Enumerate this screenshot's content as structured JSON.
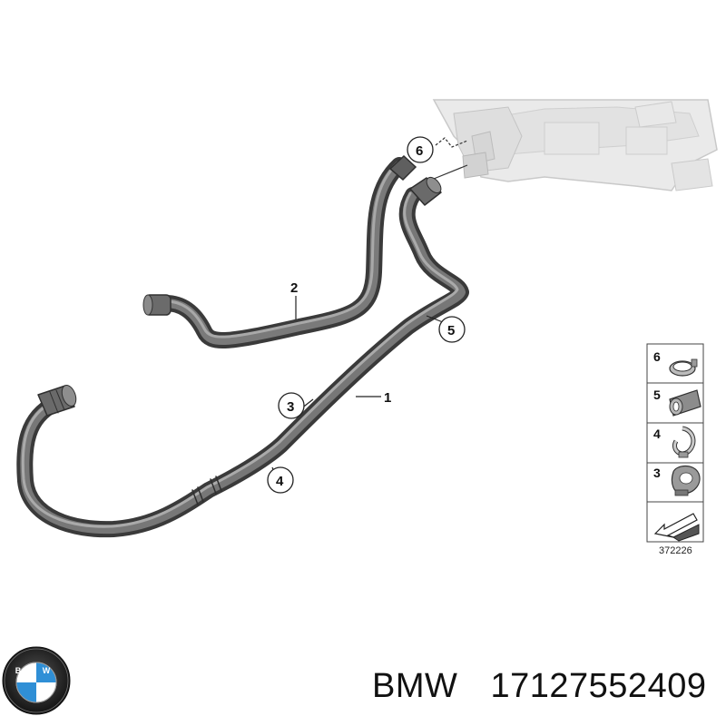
{
  "diagram": {
    "callouts": {
      "hose_1": "1",
      "hose_2": "2",
      "part_3": "3",
      "part_4": "4",
      "part_5": "5",
      "part_6": "6"
    },
    "legend": {
      "items": [
        {
          "number": "6",
          "icon": "hose-clamp-icon"
        },
        {
          "number": "5",
          "icon": "bracket-clip-icon"
        },
        {
          "number": "4",
          "icon": "hose-clip-icon"
        },
        {
          "number": "3",
          "icon": "hose-holder-icon"
        }
      ],
      "arrow_icon": "direction-arrow-icon",
      "diagram_code": "372226"
    }
  },
  "logo": {
    "brand_letters": "BMW",
    "colors": {
      "outer": "#111111",
      "blue": "#2f8fd6",
      "white": "#ffffff"
    }
  },
  "caption": {
    "brand": "BMW",
    "part_number": "17127552409"
  }
}
